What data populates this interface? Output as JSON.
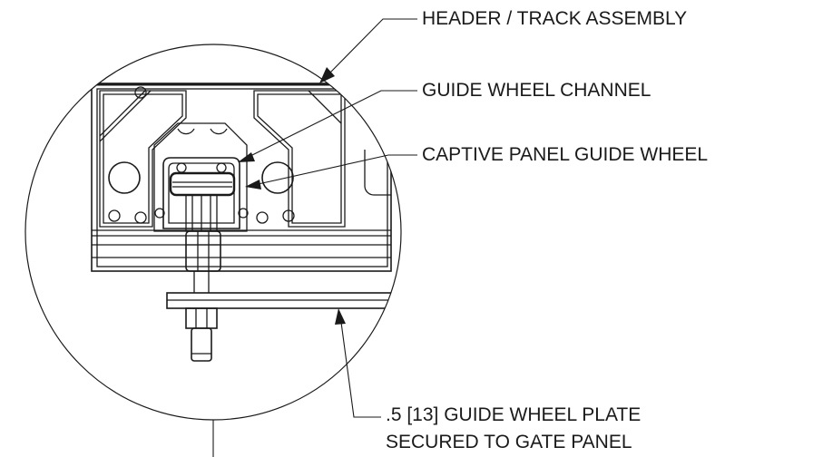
{
  "callouts": {
    "header_track": "HEADER / TRACK ASSEMBLY",
    "guide_channel": "GUIDE WHEEL CHANNEL",
    "guide_wheel": "CAPTIVE PANEL GUIDE WHEEL",
    "plate_line1": ".5 [13] GUIDE WHEEL PLATE",
    "plate_line2": "SECURED TO GATE PANEL"
  },
  "colors": {
    "line": "#1a1a1a",
    "background": "#ffffff"
  }
}
